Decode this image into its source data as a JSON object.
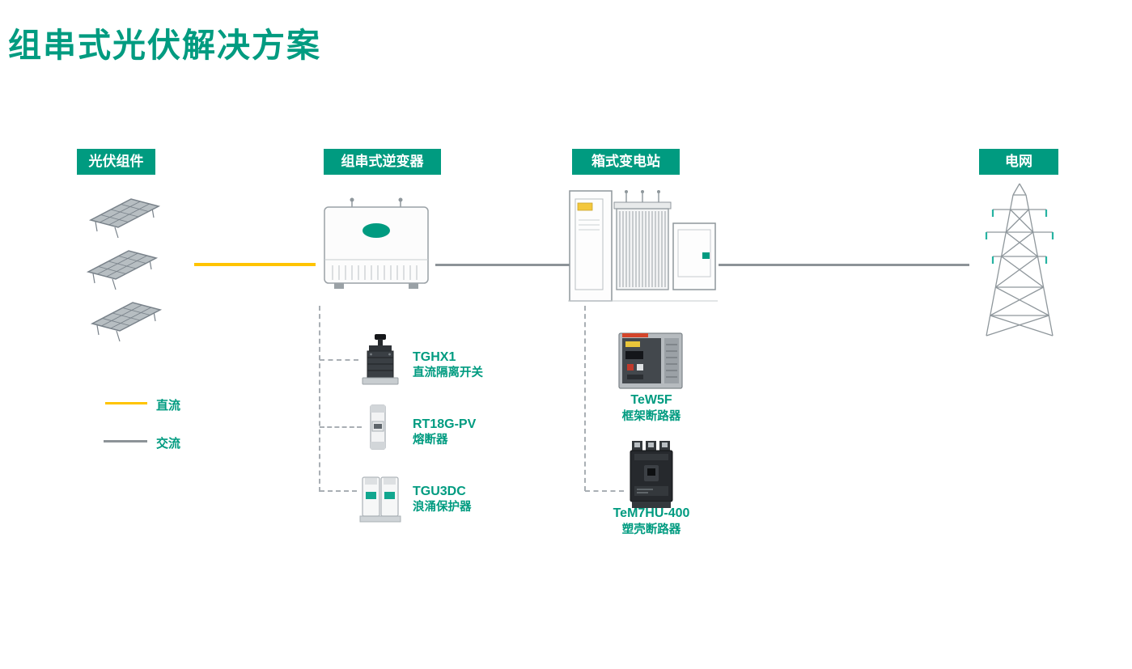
{
  "page": {
    "title": "组串式光伏解决方案"
  },
  "colors": {
    "accent": "#009b80",
    "dc_line": "#ffc400",
    "ac_line": "#8d9398"
  },
  "stages": {
    "pv": {
      "label": "光伏组件"
    },
    "inverter": {
      "label": "组串式逆变器"
    },
    "substation": {
      "label": "箱式变电站"
    },
    "grid": {
      "label": "电网"
    }
  },
  "legend": {
    "dc": {
      "label": "直流"
    },
    "ac": {
      "label": "交流"
    }
  },
  "inverter_components": [
    {
      "model": "TGHX1",
      "desc": "直流隔离开关"
    },
    {
      "model": "RT18G-PV",
      "desc": "熔断器"
    },
    {
      "model": "TGU3DC",
      "desc": "浪涌保护器"
    }
  ],
  "substation_components": [
    {
      "model": "TeW5F",
      "desc": "框架断路器"
    },
    {
      "model": "TeM7HU-400",
      "desc": "塑壳断路器"
    }
  ]
}
